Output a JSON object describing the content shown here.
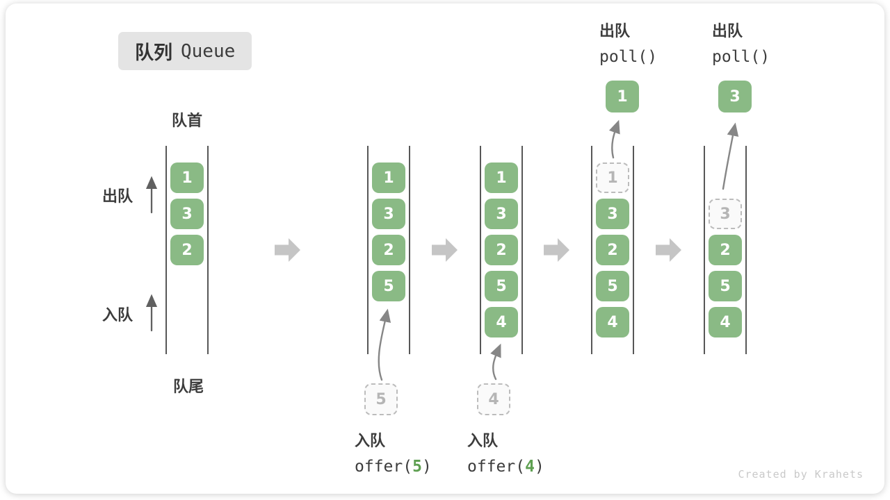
{
  "title": {
    "zh": "队列",
    "en": "Queue"
  },
  "labels": {
    "front": "队首",
    "rear": "队尾",
    "dequeue_side": "出队",
    "enqueue_side": "入队"
  },
  "colors": {
    "box_green": "#8aba85",
    "box_text": "#ffffff",
    "dashed_border": "#bcbcbc",
    "dashed_text": "#b5b5b5",
    "label_dark": "#3c3c3c",
    "block_arrow_gray": "#c5c5c5",
    "flow_arrow_gray": "#868686",
    "code_arg_green": "#5fa052",
    "credit_gray": "#c9c9c9"
  },
  "queues": [
    {
      "name": "state-initial",
      "cells": [
        {
          "slot": 0,
          "value": "1",
          "style": "solid"
        },
        {
          "slot": 1,
          "value": "3",
          "style": "solid"
        },
        {
          "slot": 2,
          "value": "2",
          "style": "solid"
        }
      ]
    },
    {
      "name": "state-after-offer-5",
      "cells": [
        {
          "slot": 0,
          "value": "1",
          "style": "solid"
        },
        {
          "slot": 1,
          "value": "3",
          "style": "solid"
        },
        {
          "slot": 2,
          "value": "2",
          "style": "solid"
        },
        {
          "slot": 3,
          "value": "5",
          "style": "solid"
        }
      ],
      "incoming": {
        "value": "5"
      },
      "op_bottom": {
        "zh": "入队",
        "code_pre": "offer(",
        "arg": "5",
        "code_post": ")"
      }
    },
    {
      "name": "state-after-offer-4",
      "cells": [
        {
          "slot": 0,
          "value": "1",
          "style": "solid"
        },
        {
          "slot": 1,
          "value": "3",
          "style": "solid"
        },
        {
          "slot": 2,
          "value": "2",
          "style": "solid"
        },
        {
          "slot": 3,
          "value": "5",
          "style": "solid"
        },
        {
          "slot": 4,
          "value": "4",
          "style": "solid"
        }
      ],
      "incoming": {
        "value": "4"
      },
      "op_bottom": {
        "zh": "入队",
        "code_pre": "offer(",
        "arg": "4",
        "code_post": ")"
      }
    },
    {
      "name": "state-after-poll-1",
      "cells": [
        {
          "slot": 0,
          "value": "1",
          "style": "dashed"
        },
        {
          "slot": 1,
          "value": "3",
          "style": "solid"
        },
        {
          "slot": 2,
          "value": "2",
          "style": "solid"
        },
        {
          "slot": 3,
          "value": "5",
          "style": "solid"
        },
        {
          "slot": 4,
          "value": "4",
          "style": "solid"
        }
      ],
      "outgoing": {
        "value": "1"
      },
      "op_top": {
        "zh": "出队",
        "code": "poll()"
      }
    },
    {
      "name": "state-after-poll-3",
      "cells": [
        {
          "slot": 1,
          "value": "3",
          "style": "dashed"
        },
        {
          "slot": 2,
          "value": "2",
          "style": "solid"
        },
        {
          "slot": 3,
          "value": "5",
          "style": "solid"
        },
        {
          "slot": 4,
          "value": "4",
          "style": "solid"
        }
      ],
      "outgoing": {
        "value": "3"
      },
      "op_top": {
        "zh": "出队",
        "code": "poll()"
      }
    }
  ],
  "credit": "Created by Krahets"
}
